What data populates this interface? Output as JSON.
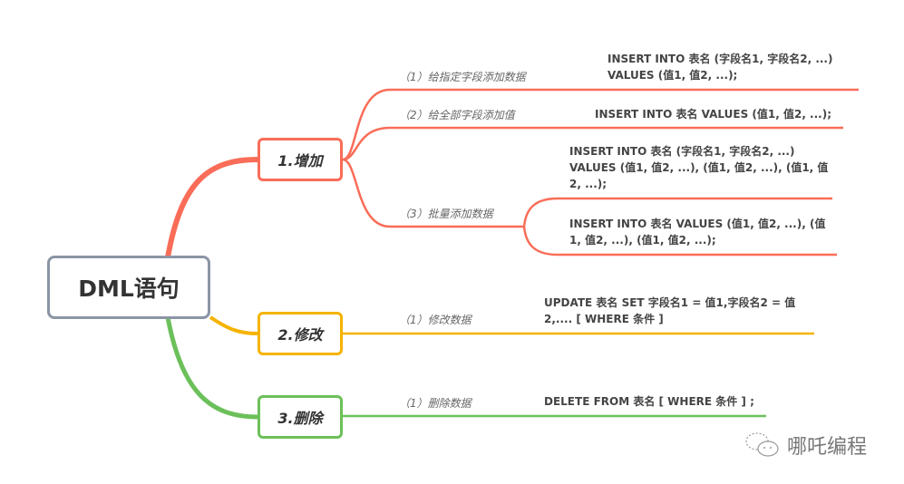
{
  "root": {
    "label": "DML语句"
  },
  "colors": {
    "insert": "#f96d58",
    "update": "#f5b300",
    "delete": "#6cc05a",
    "root": "#8b95a5"
  },
  "branches": [
    {
      "label": "1.增加",
      "items": [
        {
          "label": "（1）给指定字段添加数据",
          "code": [
            "INSERT INTO 表名 (字段名1, 字段名2, ...)",
            "VALUES (值1, 值2, ...);"
          ]
        },
        {
          "label": "（2）给全部字段添加值",
          "code": [
            "INSERT INTO 表名 VALUES (值1, 值2, ...);"
          ]
        },
        {
          "label": "（3）批量添加数据",
          "code": [
            "INSERT INTO 表名 (字段名1, 字段名2, ...) VALUES (值1, 值2, ...), (值1, 值2, ...), (值1, 值2, ...);",
            "INSERT INTO 表名 VALUES (值1, 值2, ...), (值1, 值2, ...), (值1, 值2, ...);"
          ]
        }
      ]
    },
    {
      "label": "2.修改",
      "items": [
        {
          "label": "（1）修改数据",
          "code": [
            "UPDATE 表名 SET 字段名1 = 值1,字段名2 = 值2,.... [ WHERE  条件 ]"
          ]
        }
      ]
    },
    {
      "label": "3.删除",
      "items": [
        {
          "label": "（1）删除数据",
          "code": [
            "DELETE FROM 表名 [ WHERE 条件 ] ;"
          ]
        }
      ]
    }
  ],
  "watermark": {
    "text": "哪吒编程",
    "icon": "wechat-icon"
  }
}
